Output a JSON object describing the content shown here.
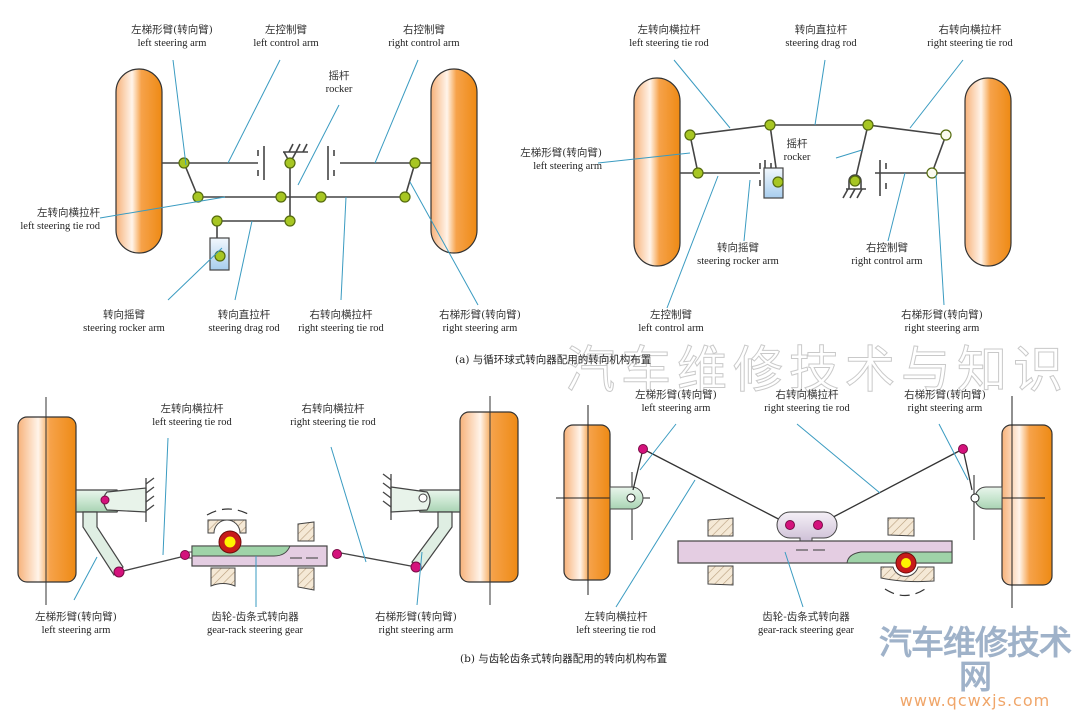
{
  "diagram": {
    "title": "Steering linkage arrangements",
    "colors": {
      "wheel": "#f0901e",
      "joint_a": "#a7c623",
      "joint_b": "#d4127c",
      "leader": "#3a9bc1",
      "rack": "#e4cde2",
      "rack_green": "#9fd3a8",
      "pinion": "#c71a1a",
      "pinion_core": "#fff200"
    },
    "panel_a": {
      "caption": "(a) 与循环球式转向器配用的转向机构布置",
      "left_layout": {
        "labels": {
          "left_steering_arm": {
            "zh": "左梯形臂(转向臂)",
            "en": "left steering arm"
          },
          "left_control_arm": {
            "zh": "左控制臂",
            "en": "left control arm"
          },
          "right_control_arm": {
            "zh": "右控制臂",
            "en": "right control arm"
          },
          "rocker": {
            "zh": "摇杆",
            "en": "rocker"
          },
          "left_steering_tie_rod": {
            "zh": "左转向横拉杆",
            "en": "left steering tie rod"
          },
          "steering_rocker_arm": {
            "zh": "转向摇臂",
            "en": "steering rocker arm"
          },
          "steering_drag_rod": {
            "zh": "转向直拉杆",
            "en": "steering drag rod"
          },
          "right_steering_tie_rod": {
            "zh": "右转向横拉杆",
            "en": "right steering tie rod"
          },
          "right_steering_arm": {
            "zh": "右梯形臂(转向臂)",
            "en": "right steering arm"
          }
        }
      },
      "right_layout": {
        "labels": {
          "left_steering_tie_rod": {
            "zh": "左转向横拉杆",
            "en": "left steering tie rod"
          },
          "steering_drag_rod": {
            "zh": "转向直拉杆",
            "en": "steering drag rod"
          },
          "right_steering_tie_rod": {
            "zh": "右转向横拉杆",
            "en": "right steering tie rod"
          },
          "left_steering_arm": {
            "zh": "左梯形臂(转向臂)",
            "en": "left steering arm"
          },
          "rocker": {
            "zh": "摇杆",
            "en": "rocker"
          },
          "steering_rocker_arm": {
            "zh": "转向摇臂",
            "en": "steering rocker arm"
          },
          "right_control_arm": {
            "zh": "右控制臂",
            "en": "right control arm"
          },
          "left_control_arm": {
            "zh": "左控制臂",
            "en": "left control arm"
          },
          "right_steering_arm": {
            "zh": "右梯形臂(转向臂)",
            "en": "right steering arm"
          }
        }
      }
    },
    "panel_b": {
      "caption": "(b) 与齿轮齿条式转向器配用的转向机构布置",
      "left_layout": {
        "labels": {
          "left_steering_tie_rod": {
            "zh": "左转向横拉杆",
            "en": "left steering tie rod"
          },
          "right_steering_tie_rod": {
            "zh": "右转向横拉杆",
            "en": "right steering tie rod"
          },
          "left_steering_arm": {
            "zh": "左梯形臂(转向臂)",
            "en": "left steering arm"
          },
          "gear_rack": {
            "zh": "齿轮-齿条式转向器",
            "en": "gear-rack steering gear"
          },
          "right_steering_arm": {
            "zh": "右梯形臂(转向臂)",
            "en": "right steering arm"
          }
        }
      },
      "right_layout": {
        "labels": {
          "left_steering_arm": {
            "zh": "左梯形臂(转向臂)",
            "en": "left steering arm"
          },
          "right_steering_tie_rod": {
            "zh": "右转向横拉杆",
            "en": "right steering tie rod"
          },
          "right_steering_arm": {
            "zh": "右梯形臂(转向臂)",
            "en": "right steering arm"
          },
          "left_steering_tie_rod": {
            "zh": "左转向横拉杆",
            "en": "left steering tie rod"
          },
          "gear_rack": {
            "zh": "齿轮-齿条式转向器",
            "en": "gear-rack steering gear"
          }
        }
      }
    },
    "watermark": "汽车维修技术与知识",
    "logo": {
      "text": "汽车维修技术网",
      "url_text": "www.qcwxjs.com"
    }
  }
}
